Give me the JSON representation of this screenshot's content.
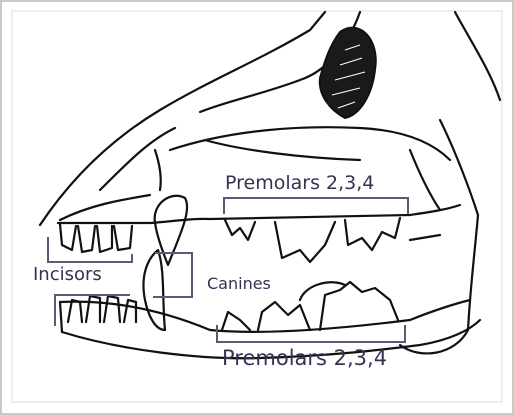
{
  "labels": {
    "premolars_upper": "Premolars 2,3,4",
    "premolars_lower": "Premolars 2,3,4",
    "incisors": "Incisors",
    "canines": "Canines"
  },
  "colors": {
    "bracket": "#5b5878",
    "label": "#3a3152",
    "drawing": "#111111",
    "frame": "#c9c9c9"
  }
}
